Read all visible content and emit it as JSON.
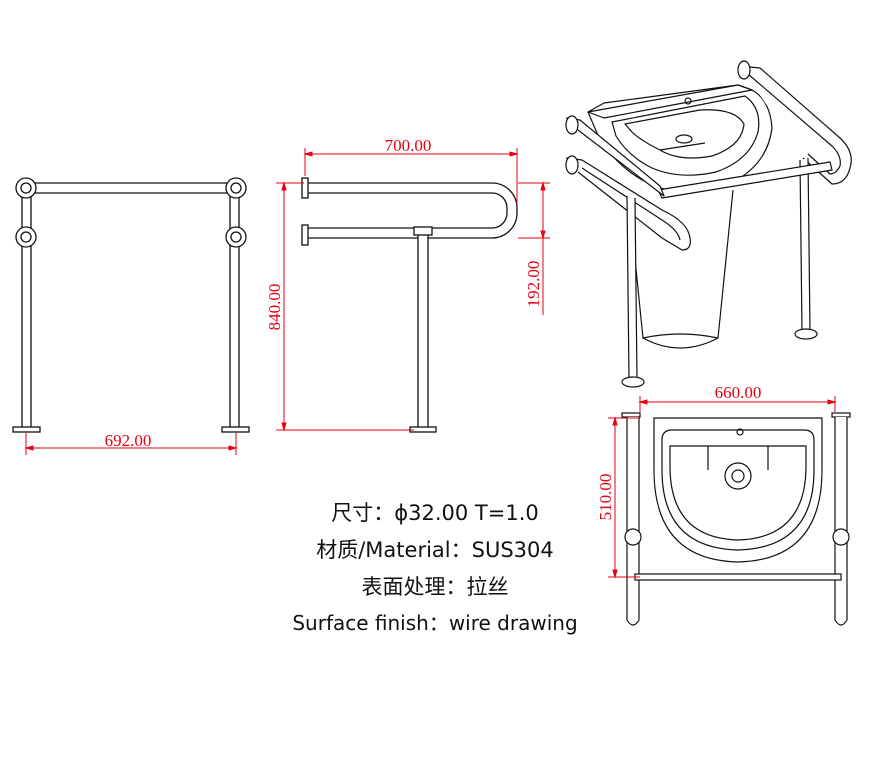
{
  "dimensions": {
    "front_width": "692.00",
    "side_depth": "700.00",
    "side_height": "840.00",
    "side_rail_drop": "192.00",
    "top_width": "660.00",
    "top_depth": "510.00"
  },
  "spec": {
    "size": "尺寸：ϕ32.00 T=1.0",
    "material": "材质/Material：SUS304",
    "finish_cn": "表面处理：拉丝",
    "finish_en": "Surface finish：wire drawing"
  },
  "colors": {
    "dimension": "#e60012",
    "line": "#111111"
  }
}
